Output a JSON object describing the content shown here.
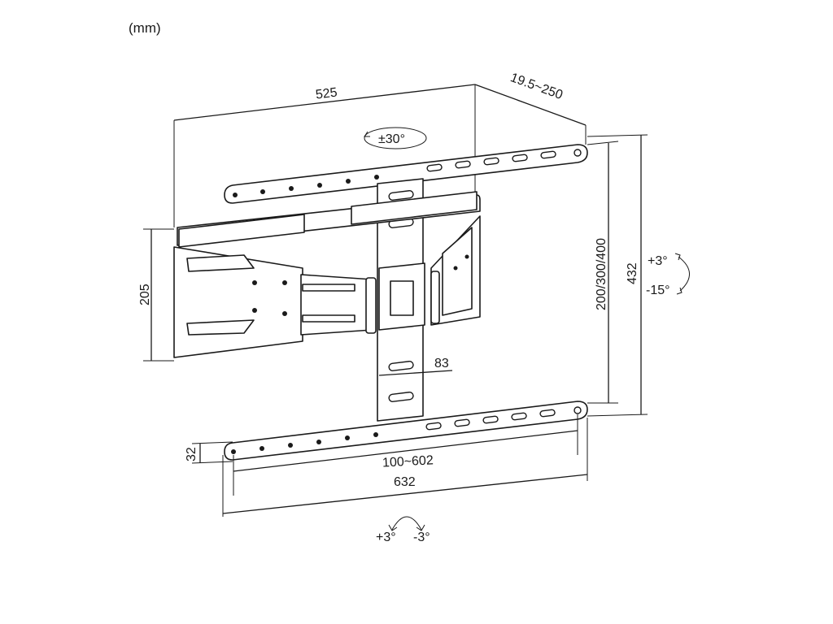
{
  "unit_label": "(mm)",
  "dimensions": {
    "width": "525",
    "depth": "19.5~250",
    "swivel": "±30°",
    "height_bracket": "205",
    "vesa": "200/300/400",
    "height_total": "432",
    "tilt_up": "+3°",
    "tilt_down": "-15°",
    "plate_width": "83",
    "rail_height": "32",
    "hole_span": "100~602",
    "rail_width": "632",
    "level_plus": "+3°",
    "level_minus": "-3°"
  }
}
